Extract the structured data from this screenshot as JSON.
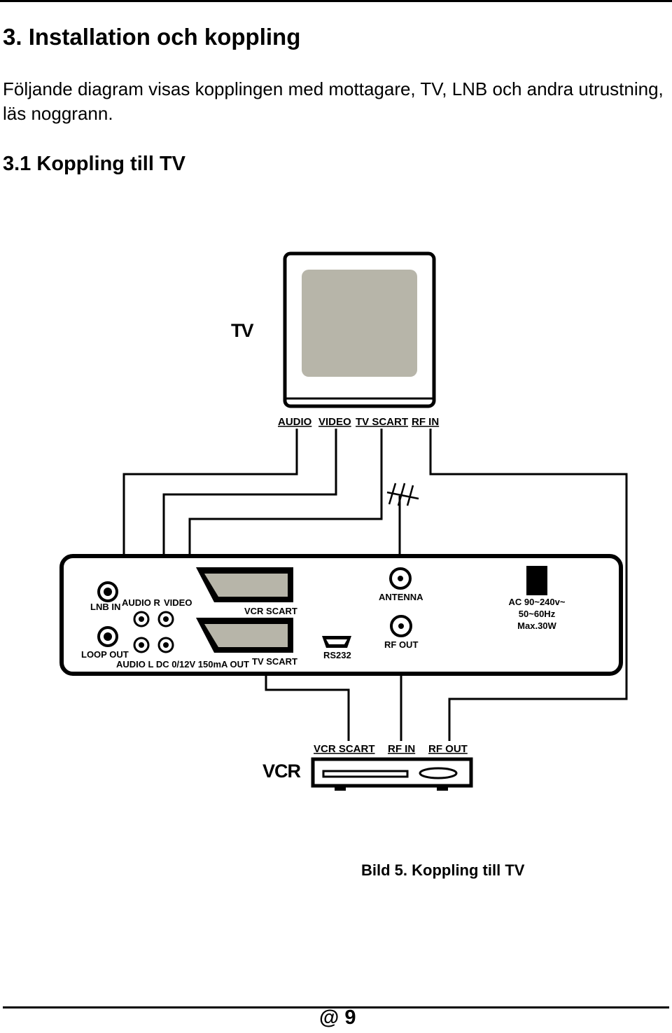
{
  "heading": "3. Installation och koppling",
  "intro": "Följande diagram visas kopplingen med mottagare, TV, LNB och andra utrustning, läs noggrann.",
  "subheading": "3.1 Koppling till TV",
  "diagram": {
    "tv_label": "TV",
    "tv_ports": [
      "AUDIO",
      "VIDEO",
      "TV SCART",
      "RF IN"
    ],
    "receiver_labels": {
      "lnb_in": "LNB IN",
      "audio_r": "AUDIO  R",
      "video": "VIDEO",
      "vcr_scart": "VCR  SCART",
      "antenna": "ANTENNA",
      "ac_line1": "AC 90~240v~",
      "ac_line2": "50~60Hz",
      "ac_line3": "Max.30W",
      "loop_out": "LOOP OUT",
      "audio_l_dc": "AUDIO  L  DC 0/12V 150mA OUT",
      "tv_scart": "TV SCART",
      "rs232": "RS232",
      "rf_out": "RF  OUT"
    },
    "vcr_label": "VCR",
    "vcr_ports": [
      "VCR SCART",
      "RF IN",
      "RF OUT"
    ]
  },
  "caption": "Bild 5. Koppling till TV",
  "page_number": "@ 9"
}
